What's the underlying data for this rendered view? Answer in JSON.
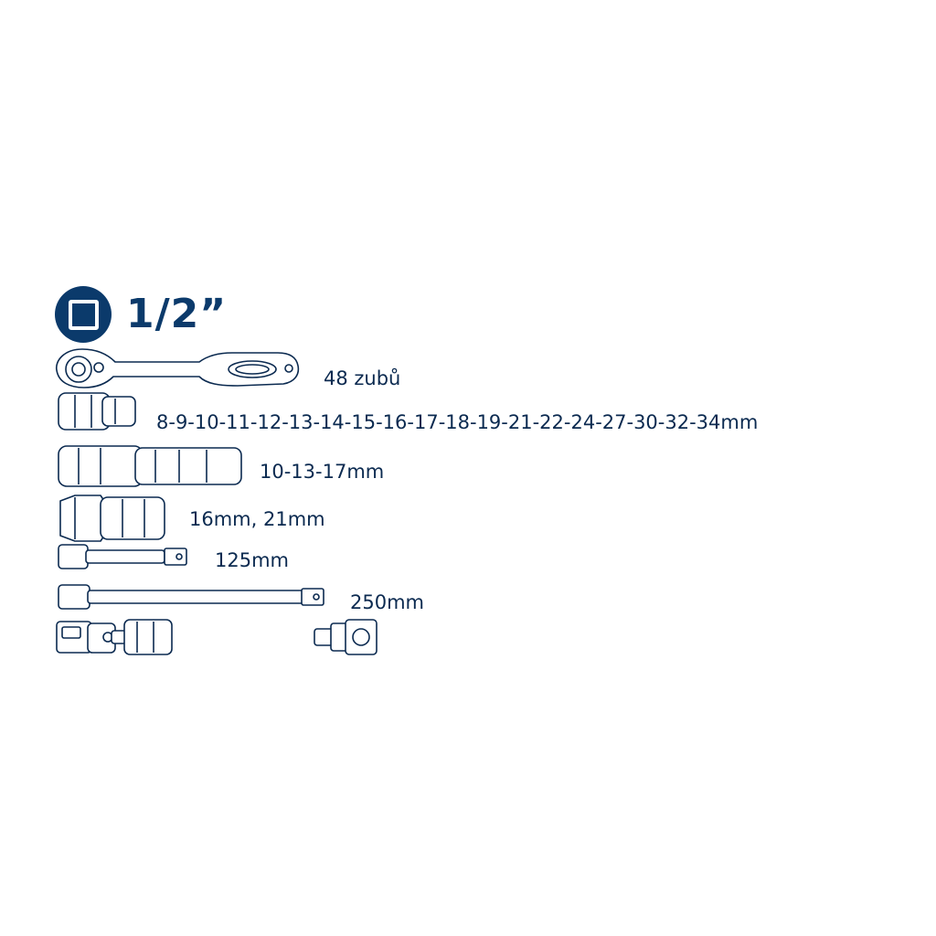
{
  "drive": {
    "size_label": "1/2”",
    "icon": "square-drive-icon",
    "accent_color": "#0b3a6b"
  },
  "items": [
    {
      "icon": "ratchet-icon",
      "label": "48 zubů"
    },
    {
      "icon": "short-socket-icon",
      "label": "8-9-10-11-12-13-14-15-16-17-18-19-21-22-24-27-30-32-34mm"
    },
    {
      "icon": "deep-socket-icon",
      "label": "10-13-17mm"
    },
    {
      "icon": "spark-plug-socket-icon",
      "label": "16mm, 21mm"
    },
    {
      "icon": "extension-bar-short-icon",
      "label": "125mm"
    },
    {
      "icon": "extension-bar-long-icon",
      "label": "250mm"
    },
    {
      "icon": "universal-joint-icon",
      "label": ""
    },
    {
      "icon": "adapter-icon",
      "label": ""
    }
  ]
}
